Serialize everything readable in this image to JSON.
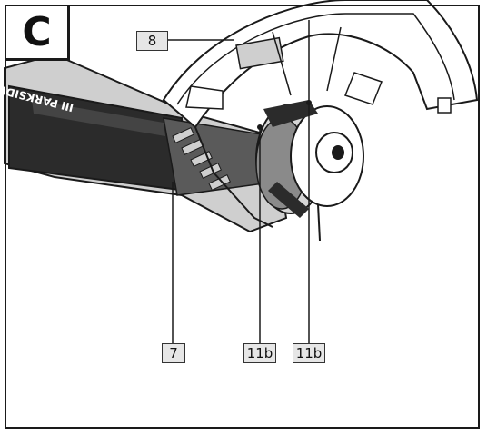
{
  "figure": {
    "letter": "C"
  },
  "callouts": [
    {
      "id": "c8",
      "label": "8"
    },
    {
      "id": "c7",
      "label": "7"
    },
    {
      "id": "c11a",
      "label": "11b"
    },
    {
      "id": "c11b",
      "label": "11b"
    }
  ],
  "device": {
    "brand_mark": "III PARKSIDE"
  },
  "colors": {
    "line": "#1a1a1a",
    "tool_grey": "#bdbdbd",
    "tool_dark": "#3a3a3a",
    "label_bg": "#e6e6e6"
  }
}
